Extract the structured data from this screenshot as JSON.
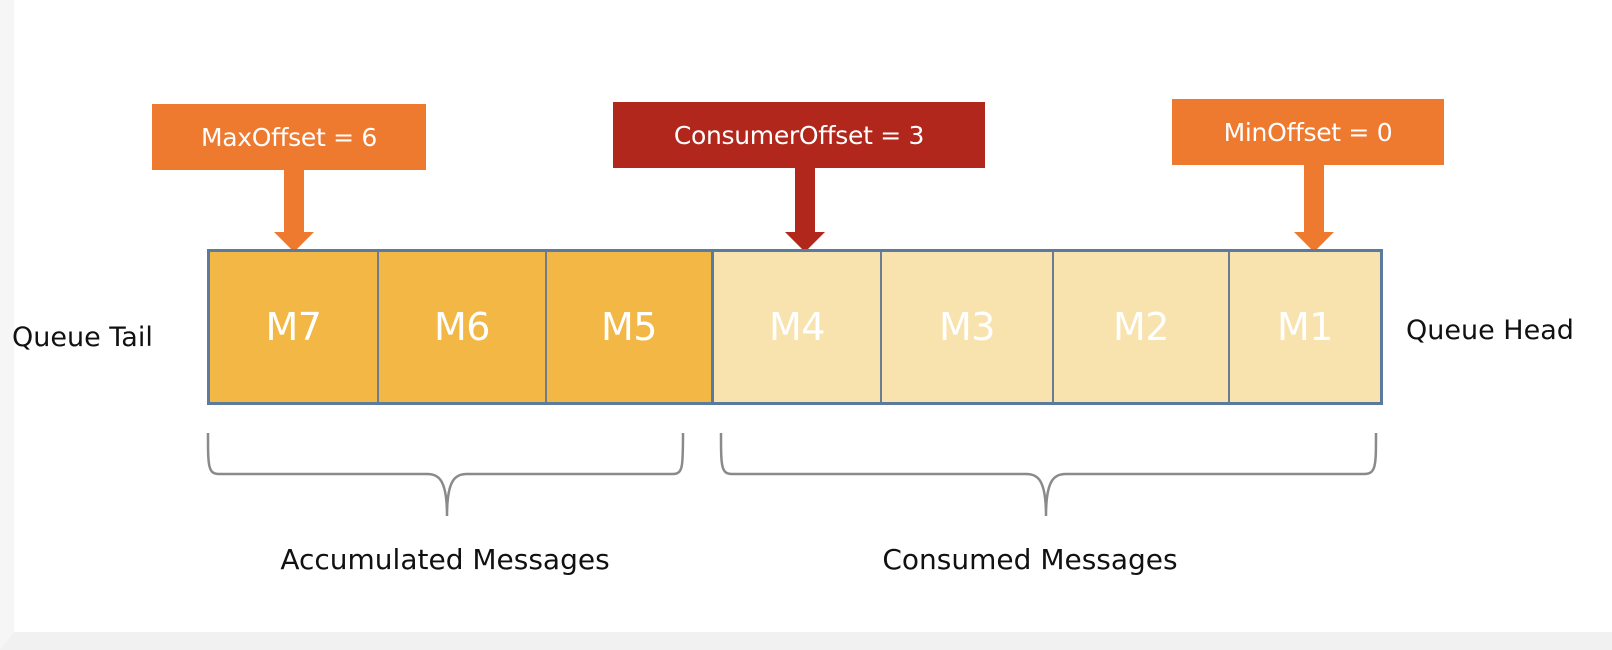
{
  "offsets": {
    "max": {
      "label": "MaxOffset = 6",
      "color": "#ee7a30"
    },
    "consumer": {
      "label": "ConsumerOffset = 3",
      "color": "#b1271c"
    },
    "min": {
      "label": "MinOffset = 0",
      "color": "#ee7a30"
    }
  },
  "queue": {
    "tail_label": "Queue Tail",
    "head_label": "Queue Head",
    "messages": [
      {
        "label": "M7",
        "state": "accumulated"
      },
      {
        "label": "M6",
        "state": "accumulated"
      },
      {
        "label": "M5",
        "state": "accumulated"
      },
      {
        "label": "M4",
        "state": "consumed"
      },
      {
        "label": "M3",
        "state": "consumed"
      },
      {
        "label": "M2",
        "state": "consumed"
      },
      {
        "label": "M1",
        "state": "consumed"
      }
    ],
    "colors": {
      "accumulated": "#f2b744",
      "consumed": "#f8e2ad",
      "border": "#5a7a9e"
    }
  },
  "groups": {
    "accumulated": "Accumulated Messages",
    "consumed": "Consumed Messages"
  }
}
